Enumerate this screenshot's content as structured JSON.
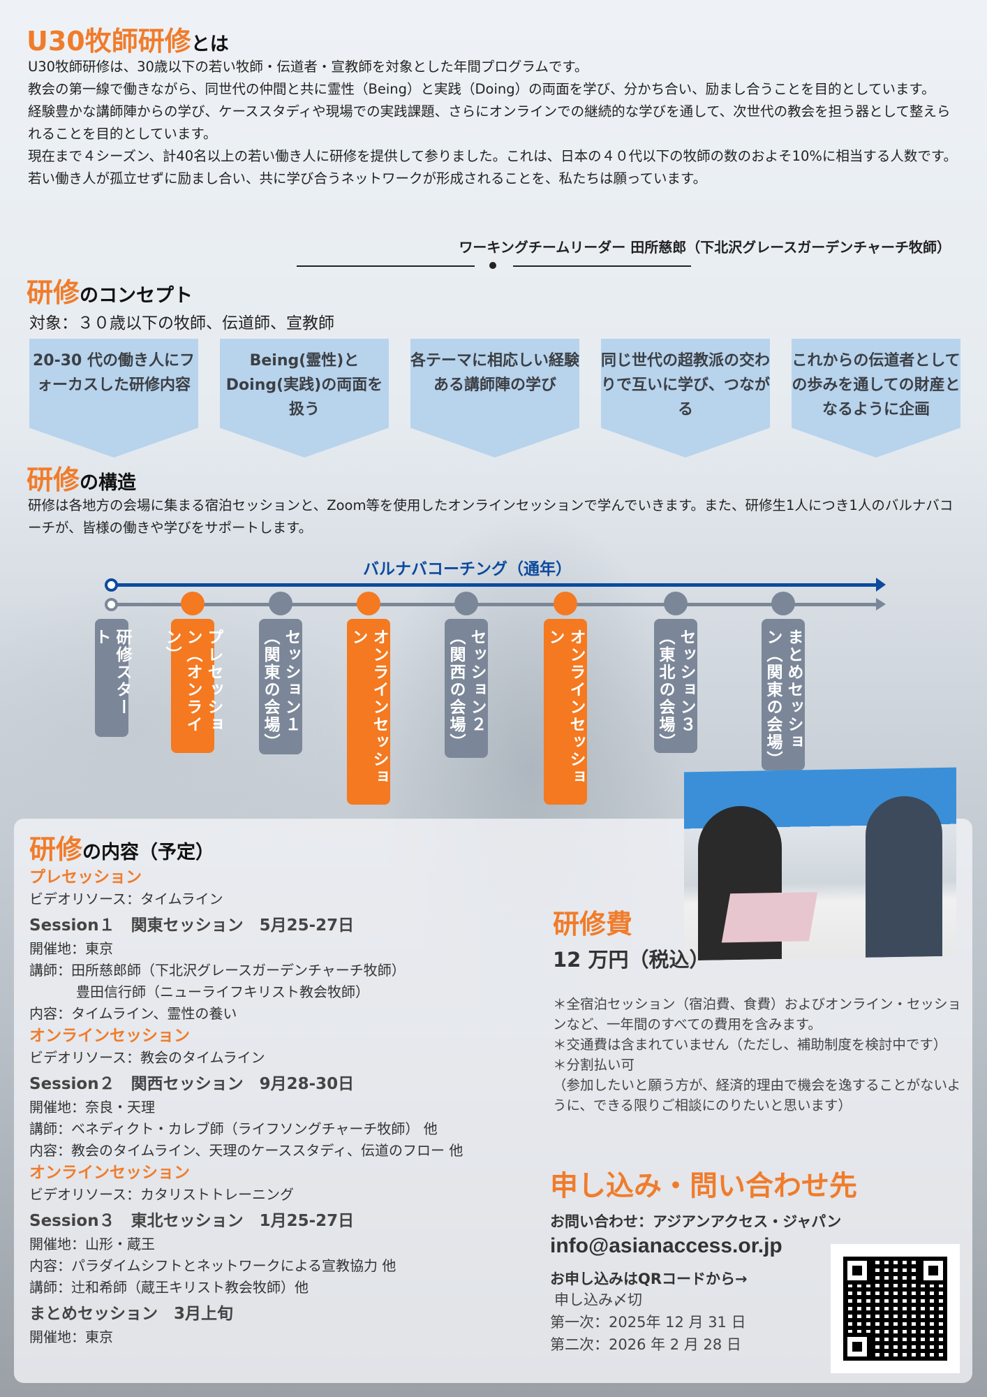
{
  "about": {
    "title_accent": "U30牧師研修",
    "title_rest": "とは",
    "paragraphs": [
      "U30牧師研修は、30歳以下の若い牧師・伝道者・宣教師を対象とした年間プログラムです。",
      "教会の第一線で働きながら、同世代の仲間と共に霊性（Being）と実践（Doing）の両面を学び、分かち合い、励まし合うことを目的としています。",
      "経験豊かな講師陣からの学び、ケーススタディや現場での実践課題、さらにオンラインでの継続的な学びを通して、次世代の教会を担う器として整えられることを目的としています。",
      "現在まで４シーズン、計40名以上の若い働き人に研修を提供して参りました。これは、日本の４０代以下の牧師の数のおよそ10%に相当する人数です。若い働き人が孤立せずに励まし合い、共に学び合うネットワークが形成されることを、私たちは願っています。"
    ],
    "signature": "ワーキングチームリーダー 田所慈郎（下北沢グレースガーデンチャーチ牧師）"
  },
  "concept": {
    "title_accent": "研修",
    "title_rest": "のコンセプト",
    "target": "対象：３０歳以下の牧師、伝道師、宣教師",
    "cards": [
      "20-30 代の働き人にフォーカスした研修内容",
      "Being(霊性)とDoing(実践)の両面を扱う",
      "各テーマに相応しい経験ある講師陣の学び",
      "同じ世代の超教派の交わりで互いに学び、つながる",
      "これからの伝道者としての歩みを通しての財産となるように企画"
    ]
  },
  "structure": {
    "title_accent": "研修",
    "title_rest": "の構造",
    "text": "研修は各地方の会場に集まる宿泊セッションと、Zoom等を使用したオンラインセッションで学んでいきます。また、研修生1人につき1人のバルナバコーチが、皆様の働きや学びをサポートします。",
    "coaching_label": "バルナバコーチング（通年）",
    "steps": [
      {
        "label": "研修スタート",
        "type": "start"
      },
      {
        "label": "プレセッション（オンライン）",
        "type": "online"
      },
      {
        "label": "セッション１（関東の会場）",
        "type": "venue"
      },
      {
        "label": "オンラインセッション",
        "type": "online"
      },
      {
        "label": "セッション２（関西の会場）",
        "type": "venue"
      },
      {
        "label": "オンラインセッション",
        "type": "online"
      },
      {
        "label": "セッション３（東北の会場）",
        "type": "venue"
      },
      {
        "label": "まとめセッション（関東の会場）",
        "type": "venue"
      }
    ],
    "colors": {
      "online": "#f47920",
      "venue": "#7b8798",
      "coaching": "#0d4a9e"
    }
  },
  "content": {
    "title_accent": "研修",
    "title_rest": "の内容（予定）",
    "pre_title": "プレセッション",
    "pre_video": "ビデオリソース：タイムライン",
    "s1_title": "Session１　関東セッション　5月25-27日",
    "s1_venue": "開催地：東京",
    "s1_lecturer1": "講師：田所慈郎師（下北沢グレースガーデンチャーチ牧師）",
    "s1_lecturer2": "豊田信行師（ニューライフキリスト教会牧師）",
    "s1_content": "内容：タイムライン、霊性の養い",
    "on1_title": "オンラインセッション",
    "on1_video": "ビデオリソース：教会のタイムライン",
    "s2_title": "Session２　関西セッション　9月28-30日",
    "s2_venue": "開催地：奈良・天理",
    "s2_lecturer": "講師：ベネディクト・カレブ師（ライフソングチャーチ牧師） 他",
    "s2_content": "内容：教会のタイムライン、天理のケーススタディ、伝道のフロー 他",
    "on2_title": "オンラインセッション",
    "on2_video": "ビデオリソース：カタリストトレーニング",
    "s3_title": "Session３　東北セッション　1月25-27日",
    "s3_venue": "開催地：山形・蔵王",
    "s3_content": "内容：パラダイムシフトとネットワークによる宣教協力 他",
    "s3_lecturer": "講師：辻和希師（蔵王キリスト教会牧師）他",
    "final_title": "まとめセッション　3月上旬",
    "final_venue": "開催地：東京"
  },
  "fee": {
    "title": "研修費",
    "amount": "12 万円（税込）",
    "notes": [
      "＊全宿泊セッション（宿泊費、食費）およびオンライン・セッションなど、一年間のすべての費用を含みます。",
      "＊交通費は含まれていません（ただし、補助制度を検討中です）",
      "＊分割払い可",
      "（参加したいと願う方が、経済的理由で機会を逸することがないように、できる限りご相談にのりたいと思います）"
    ]
  },
  "contact": {
    "title": "申し込み・問い合わせ先",
    "org": "お問い合わせ：アジアンアクセス・ジャパン",
    "email": "info@asianaccess.or.jp",
    "qr_label": "お申し込みはQRコードから→",
    "deadline_label": "申し込み〆切",
    "deadline1": "第一次：2025年 12 月 31 日",
    "deadline2": "第二次：2026 年 2 月 28 日"
  },
  "colors": {
    "accent": "#f07c2b",
    "card": "#b8d3ec"
  }
}
